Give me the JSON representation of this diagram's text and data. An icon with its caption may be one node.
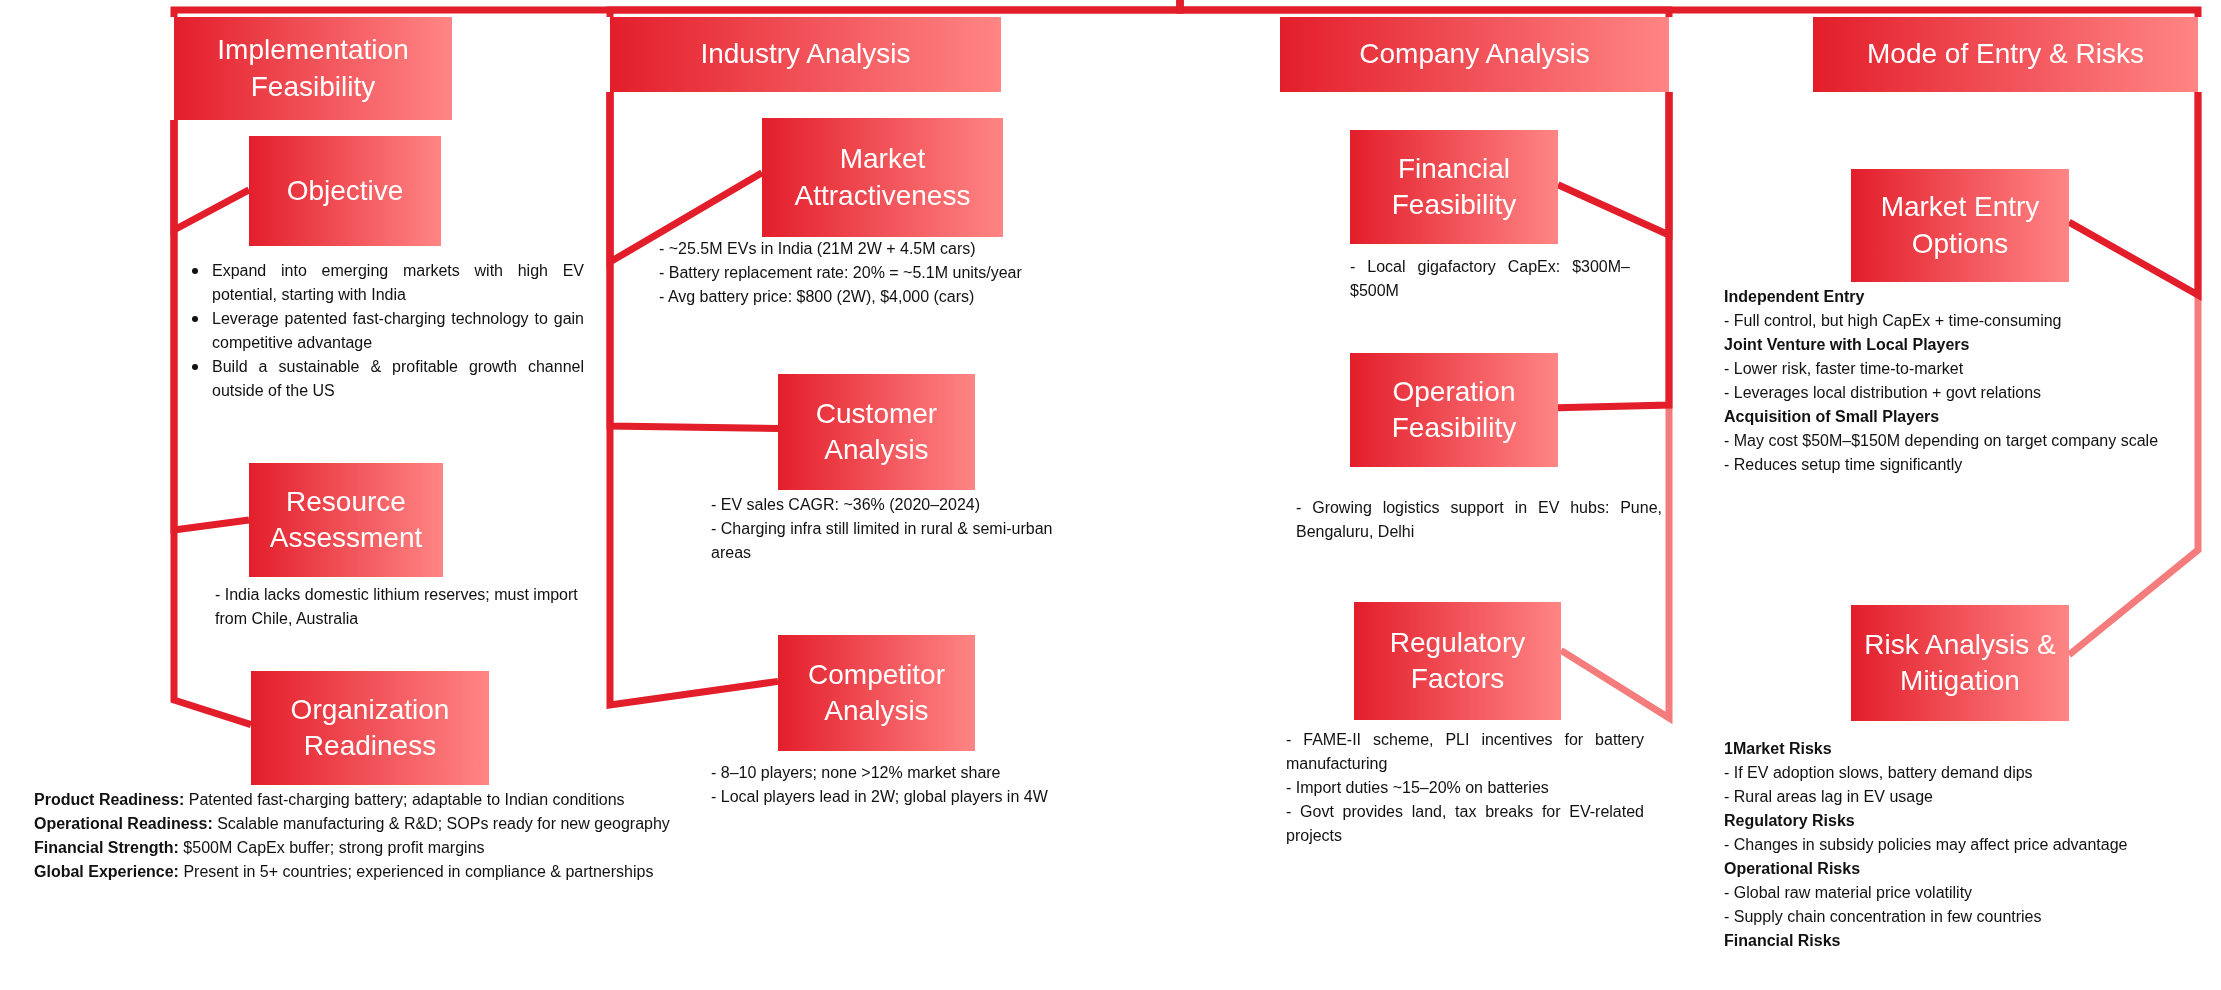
{
  "diagram": {
    "nodes": [
      {
        "text": [
          "Implementation Feasibility"
        ]
      },
      {
        "text": [
          "Objective"
        ],
        "beside": [
          "Expand into emerging markets with high EV potential, starting with India",
          "Leverage patented fast-charging technology to gain competitive advantage",
          "Build a sustainable & profitable growth channel outside of the US"
        ]
      },
      {
        "text": [
          "Resource Assessment"
        ],
        "beside": [
          "- India lacks domestic lithium reserves; must import from Chile, Australia"
        ]
      },
      {
        "text": [
          "Organization Readiness"
        ],
        "beside": [
          "**Product Readiness:** Patented fast-charging battery; adaptable to Indian conditions",
          "**Operational Readiness:** Scalable manufacturing & R&D; SOPs ready for new geography",
          "**Financial Strength:** $500M CapEx buffer; strong profit margins",
          "**Global Experience:** Present in 5+ countries; experienced in compliance & partnerships"
        ]
      },
      {
        "text": [
          "Industry Analysis"
        ]
      },
      {
        "text": [
          "Market Attractiveness"
        ],
        "beside": [
          "- ~25.5M EVs in India (21M 2W + 4.5M cars)",
          "- Battery replacement rate: 20% = ~5.1M units/year",
          "- Avg battery price: $800 (2W), $4,000 (cars)"
        ]
      },
      {
        "text": [
          "Customer Analysis"
        ],
        "beside": [
          "- EV sales CAGR: ~36% (2020–2024)",
          "- Charging infra still limited in rural & semi-urban areas"
        ]
      },
      {
        "text": [
          "Competitor Analysis"
        ],
        "beside": [
          "- 8–10 players; none >12% market share",
          "- Local players lead in 2W; global players in 4W"
        ]
      },
      {
        "text": [
          "Company Analysis"
        ]
      },
      {
        "text": [
          "Financial Feasibility"
        ],
        "beside": [
          "- Local gigafactory CapEx: $300M–$500M"
        ]
      },
      {
        "text": [
          "Operation Feasibility"
        ],
        "beside": [
          "- Growing logistics support in EV hubs: Pune, Bengaluru, Delhi"
        ]
      },
      {
        "text": [
          "Regulatory Factors"
        ],
        "beside": [
          "- FAME-II scheme, PLI incentives for battery manufacturing",
          "- Import duties ~15–20% on batteries",
          "- Govt provides land, tax breaks for EV-related projects"
        ]
      },
      {
        "text": [
          "Mode of Entry & Risks"
        ]
      },
      {
        "text": [
          "Market Entry Options"
        ],
        "beside": [
          "**Independent Entry**",
          "- Full control, but high CapEx + time-consuming",
          "**Joint Venture with Local Players**",
          "- Lower risk, faster time-to-market",
          "- Leverages local distribution + govt relations",
          "**Acquisition of Small Players**",
          "- May cost $50M–$150M depending on target company scale",
          "- Reduces setup time significantly"
        ]
      },
      {
        "text": [
          "Risk Analysis & Mitigation"
        ],
        "beside": [
          "**1Market Risks**",
          "- If EV adoption slows, battery demand dips",
          "- Rural areas lag in EV usage",
          "**Regulatory Risks**",
          "- Changes in subsidy policies may affect price advantage",
          "**Operational Risks**",
          "- Global raw material price volatility",
          "- Supply chain concentration in few countries",
          "**Financial Risks**"
        ]
      }
    ],
    "edges": [
      {
        "from": null,
        "to": 0,
        "arrow": "none"
      },
      {
        "from": null,
        "to": 4,
        "arrow": "none"
      },
      {
        "from": null,
        "to": 8,
        "arrow": "none"
      },
      {
        "from": null,
        "to": 12,
        "arrow": "none"
      },
      {
        "from": 0,
        "to": 1,
        "arrow": "none"
      },
      {
        "from": 0,
        "to": 2,
        "arrow": "none"
      },
      {
        "from": 0,
        "to": 3,
        "arrow": "none"
      },
      {
        "from": 4,
        "to": 5,
        "arrow": "none"
      },
      {
        "from": 4,
        "to": 6,
        "arrow": "none"
      },
      {
        "from": 4,
        "to": 7,
        "arrow": "none"
      },
      {
        "from": 8,
        "to": 9,
        "arrow": "none"
      },
      {
        "from": 8,
        "to": 10,
        "arrow": "none"
      },
      {
        "from": 8,
        "to": 11,
        "arrow": "none",
        "color": "#f47c7c"
      },
      {
        "from": 12,
        "to": 13,
        "arrow": "none"
      },
      {
        "from": 12,
        "to": 14,
        "arrow": "none",
        "color": "#f47c7c"
      }
    ]
  }
}
